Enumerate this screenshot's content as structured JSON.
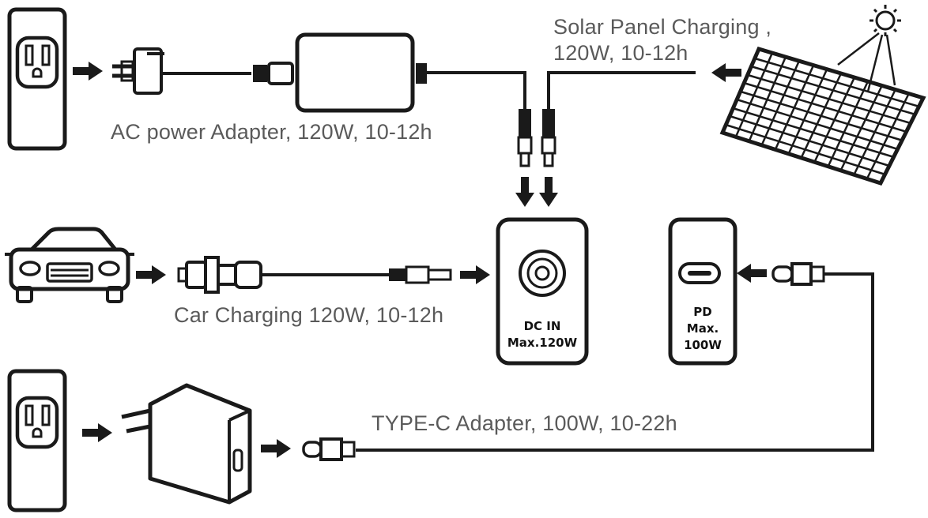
{
  "captions": {
    "ac_adapter": "AC power Adapter, 120W, 10-12h",
    "solar_line1": "Solar Panel Charging ,",
    "solar_line2": "120W, 10-12h",
    "car": "Car Charging 120W, 10-12h",
    "typec": "TYPE-C Adapter, 100W, 10-22h"
  },
  "ports": {
    "dc_in_line1": "DC IN",
    "dc_in_line2": "Max.120W",
    "pd_line1": "PD",
    "pd_line2": "Max.",
    "pd_line3": "100W"
  },
  "icons": [
    "wall-outlet-icon",
    "ac-adapter-icon",
    "solar-panel-icon",
    "sun-icon",
    "car-icon",
    "car-charger-icon",
    "usb-c-wall-charger-icon",
    "dc-barrel-connector-icon",
    "usb-c-connector-icon",
    "dc-port-icon",
    "usb-c-port-icon",
    "arrow-icon"
  ],
  "colors": {
    "line": "#1a1a1a",
    "caption": "#5a5a5a"
  }
}
